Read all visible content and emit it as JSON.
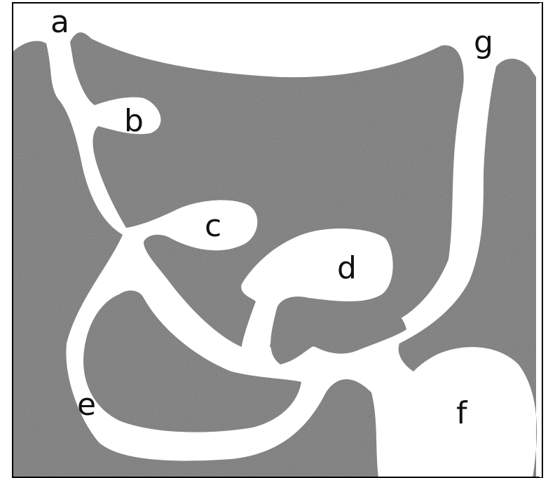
{
  "labels": {
    "a": "a",
    "b": "b",
    "c": "c",
    "d": "d",
    "e": "e",
    "f": "f",
    "g": "g"
  },
  "colors": {
    "rock": "#6e6e6e",
    "channel": "#ffffff",
    "border": "#000000",
    "text": "#111111"
  }
}
